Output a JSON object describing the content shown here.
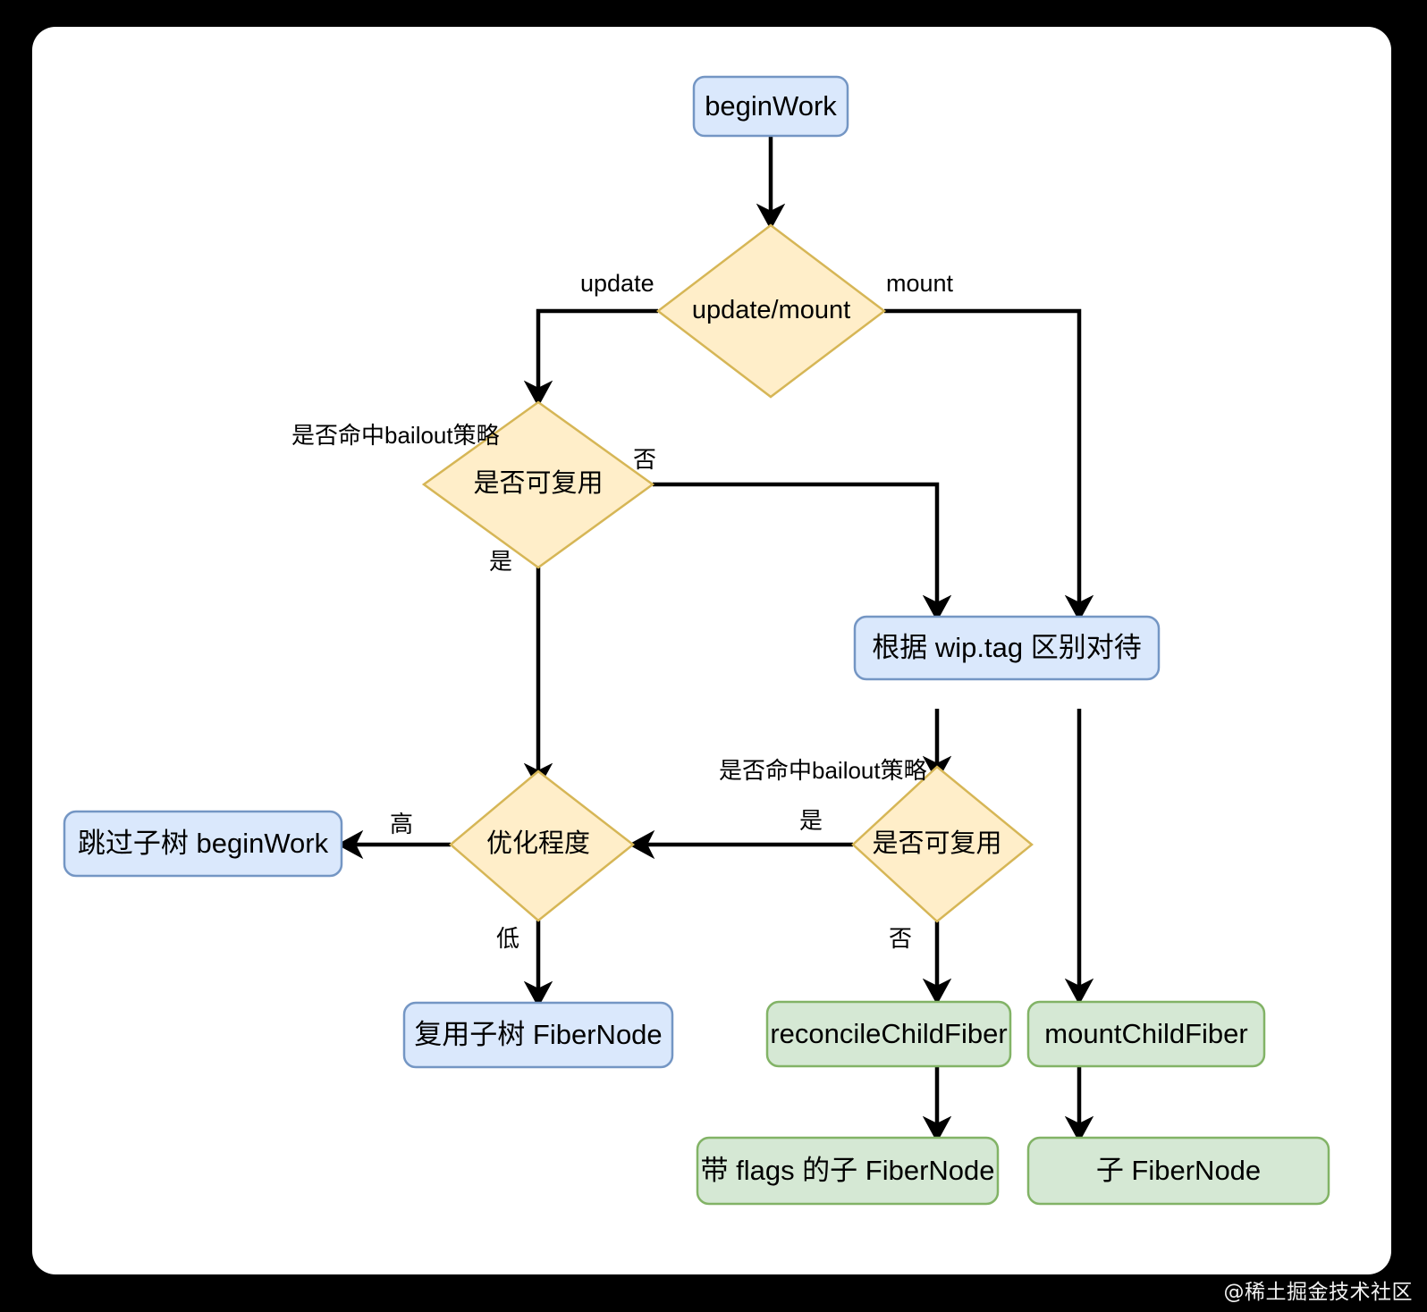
{
  "diagram": {
    "title": "beginWork flowchart",
    "colors": {
      "page_background": "#000000",
      "canvas_background": "#ffffff",
      "blue_fill": "#dae8fc",
      "blue_stroke": "#7496c4",
      "yellow_fill": "#ffeec9",
      "yellow_stroke": "#d6b656",
      "green_fill": "#d5e8d4",
      "green_stroke": "#82b366",
      "edge_stroke": "#000000",
      "text": "#000000",
      "watermark_text": "#f2f2f2"
    },
    "nodes": [
      {
        "id": "beginWork",
        "label": "beginWork",
        "shape": "box",
        "color": "blue"
      },
      {
        "id": "updateMount",
        "label": "update/mount",
        "shape": "diamond",
        "color": "yellow"
      },
      {
        "id": "reusableTop",
        "label": "是否可复用",
        "shape": "diamond",
        "color": "yellow"
      },
      {
        "id": "wipTag",
        "label": "根据 wip.tag 区别对待",
        "shape": "box",
        "color": "blue"
      },
      {
        "id": "optimizeLevel",
        "label": "优化程度",
        "shape": "diamond",
        "color": "yellow"
      },
      {
        "id": "reusableBottom",
        "label": "是否可复用",
        "shape": "diamond",
        "color": "yellow"
      },
      {
        "id": "skipSubtree",
        "label": "跳过子树 beginWork",
        "shape": "box",
        "color": "blue"
      },
      {
        "id": "reuseSubtree",
        "label": "复用子树 FiberNode",
        "shape": "box",
        "color": "blue"
      },
      {
        "id": "reconcileChild",
        "label": "reconcileChildFiber",
        "shape": "box",
        "color": "green"
      },
      {
        "id": "mountChild",
        "label": "mountChildFiber",
        "shape": "box",
        "color": "green"
      },
      {
        "id": "flaggedFiberNode",
        "label": "带 flags 的子 FiberNode",
        "shape": "box",
        "color": "green"
      },
      {
        "id": "childFiberNode",
        "label": "子 FiberNode",
        "shape": "box",
        "color": "green"
      }
    ],
    "edges": [
      {
        "from": "beginWork",
        "to": "updateMount",
        "label": ""
      },
      {
        "from": "updateMount",
        "to": "reusableTop",
        "label": "update"
      },
      {
        "from": "updateMount",
        "to": "wipTag",
        "label": "mount"
      },
      {
        "from": "reusableTop",
        "to": "wipTag",
        "label": "否"
      },
      {
        "from": "reusableTop",
        "to": "optimizeLevel",
        "label": "是"
      },
      {
        "from": "wipTag",
        "to": "reusableBottom",
        "label": ""
      },
      {
        "from": "wipTag",
        "to": "mountChild",
        "label": ""
      },
      {
        "from": "optimizeLevel",
        "to": "skipSubtree",
        "label": "高"
      },
      {
        "from": "optimizeLevel",
        "to": "reuseSubtree",
        "label": "低"
      },
      {
        "from": "reusableBottom",
        "to": "optimizeLevel",
        "label": "是"
      },
      {
        "from": "reusableBottom",
        "to": "reconcileChild",
        "label": "否"
      },
      {
        "from": "reconcileChild",
        "to": "flaggedFiberNode",
        "label": ""
      },
      {
        "from": "mountChild",
        "to": "childFiberNode",
        "label": ""
      }
    ],
    "annotations": [
      {
        "id": "bailout-note-top",
        "text": "是否命中bailout策略"
      },
      {
        "id": "bailout-note-bottom",
        "text": "是否命中bailout策略"
      }
    ],
    "watermark": "@稀土掘金技术社区"
  }
}
